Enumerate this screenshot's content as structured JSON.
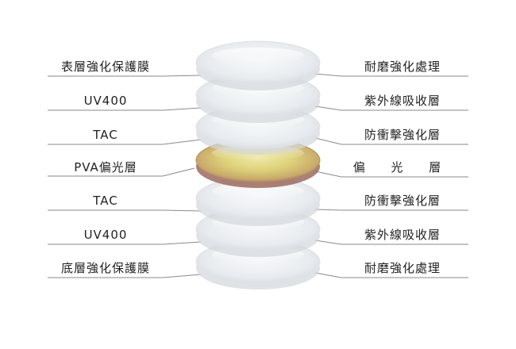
{
  "layers": [
    {
      "left": "表層強化保護膜",
      "right": "耐磨強化處理",
      "kind": "clear"
    },
    {
      "left": "UV400",
      "right": "紫外線吸收層",
      "kind": "clear"
    },
    {
      "left": "TAC",
      "right": "防衝擊強化層",
      "kind": "clear"
    },
    {
      "left": "PVA偏光層",
      "right": "偏 光 層",
      "kind": "polarizer"
    },
    {
      "left": "TAC",
      "right": "防衝擊強化層",
      "kind": "clear"
    },
    {
      "left": "UV400",
      "right": "紫外線吸收層",
      "kind": "clear"
    },
    {
      "left": "底層強化保護膜",
      "right": "耐磨強化處理",
      "kind": "clear"
    }
  ],
  "colors": {
    "line": "#8a8a8a",
    "lens_fill": "#eef0f3",
    "lens_edge": "#d3d7dc",
    "polarizer_center": "#e4dc86",
    "polarizer_edge": "#9c6a5e"
  }
}
